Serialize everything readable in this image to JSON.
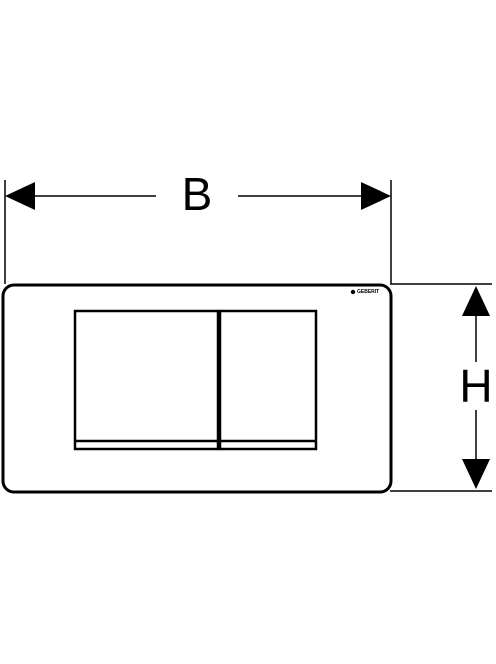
{
  "dimensions": {
    "width_label": "B",
    "height_label": "H"
  },
  "plate": {
    "brand": "GEBERIT"
  },
  "colors": {
    "line": "#000000",
    "background": "#ffffff"
  }
}
